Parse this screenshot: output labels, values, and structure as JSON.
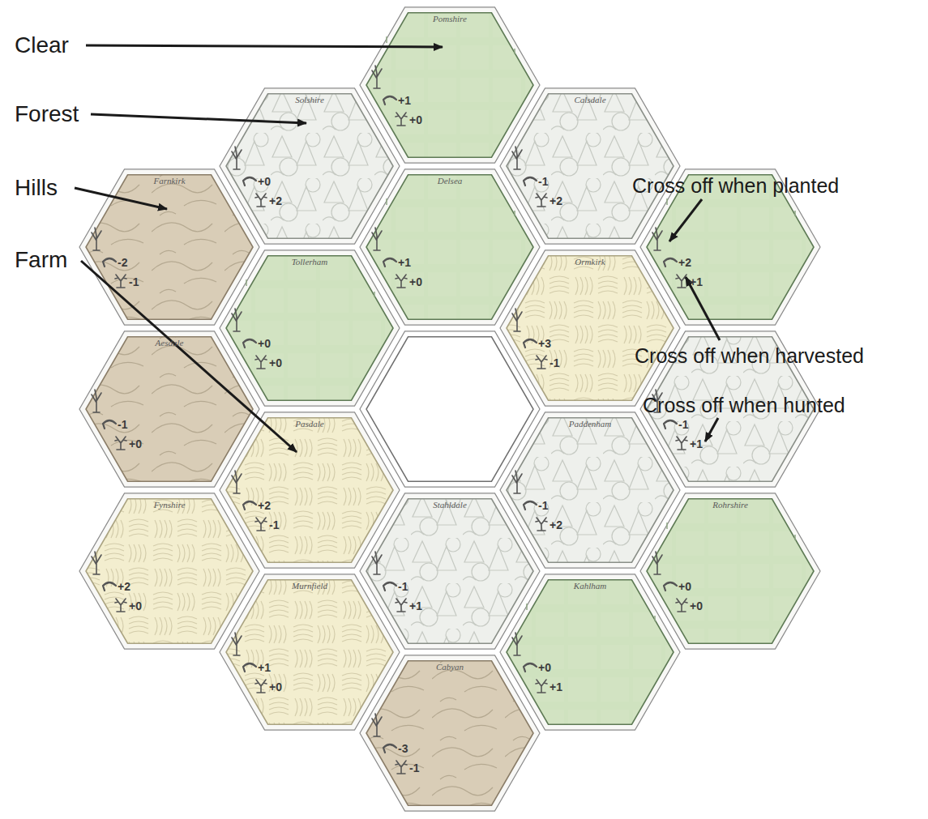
{
  "diagram": {
    "nodes": [
      {
        "text": [
          "Pomshire",
          "+1",
          "+0"
        ]
      },
      {
        "text": [
          "Solshire",
          "+0",
          "+2"
        ]
      },
      {
        "text": [
          "Calsdale",
          "-1",
          "+2"
        ]
      },
      {
        "text": [
          "Farnkirk",
          "-2",
          "-1"
        ]
      },
      {
        "text": [
          "Delsea",
          "+1",
          "+0"
        ]
      },
      {
        "text": [
          "+2",
          "+1"
        ]
      },
      {
        "text": [
          "Tollerham",
          "+0",
          "+0"
        ]
      },
      {
        "text": [
          "Ormkirk",
          "+3",
          "-1"
        ]
      },
      {
        "text": [
          "Aesdale",
          "-1",
          "+0"
        ]
      },
      {
        "text": [
          "-1",
          "+1"
        ]
      },
      {
        "text": [
          "Pasdale",
          "+2",
          "-1"
        ]
      },
      {
        "text": [
          "Paddenham",
          "-1",
          "+2"
        ]
      },
      {
        "text": [
          "Fynshire",
          "+2",
          "+0"
        ]
      },
      {
        "text": [
          "Stahldale",
          "-1",
          "+1"
        ]
      },
      {
        "text": [
          "Rohrshire",
          "+0",
          "+0"
        ]
      },
      {
        "text": [
          "Murnfield",
          "+1",
          "+0"
        ]
      },
      {
        "text": [
          "Kahlham",
          "+0",
          "+1"
        ]
      },
      {
        "text": [
          "Cabyan",
          "-3",
          "-1"
        ]
      }
    ],
    "labels": [
      "Clear",
      "Forest",
      "Hills",
      "Farm",
      "Cross off when planted",
      "Cross off when harvested",
      "Cross off when hunted"
    ]
  }
}
